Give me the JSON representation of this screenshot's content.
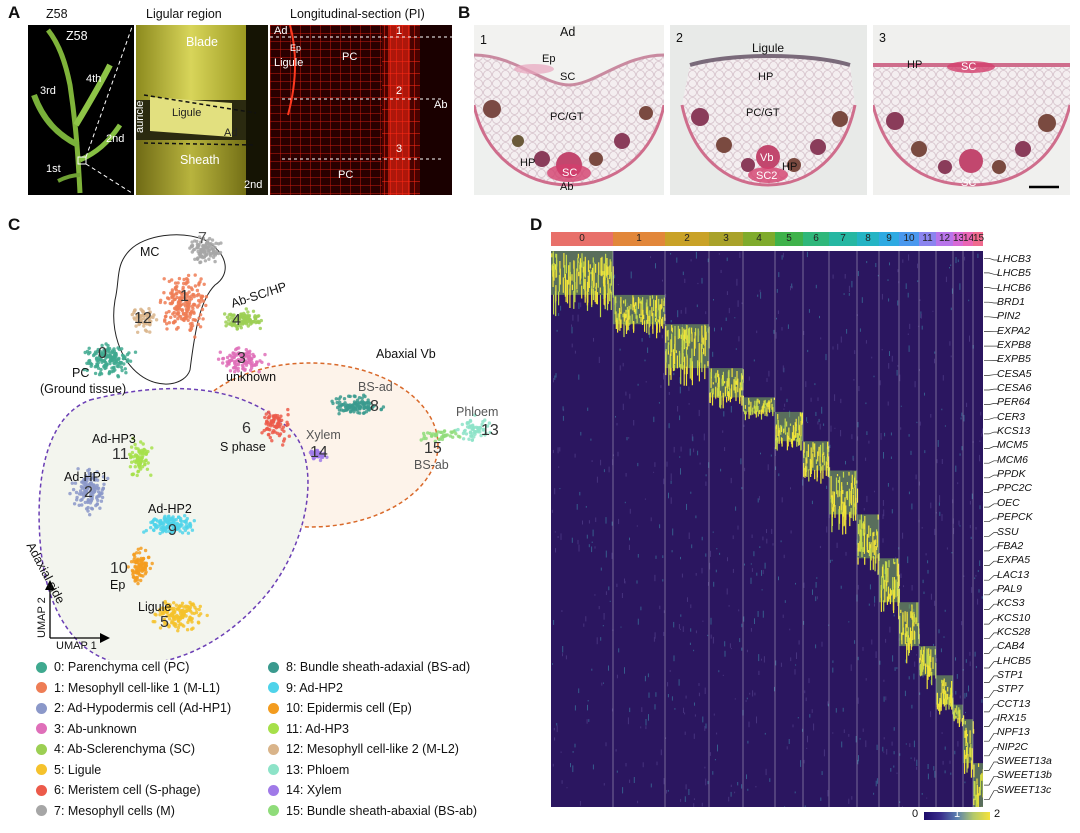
{
  "panel_letters": {
    "a": "A",
    "b": "B",
    "c": "C",
    "d": "D"
  },
  "panelA": {
    "titles": {
      "z58": "Z58",
      "ligular": "Ligular region",
      "longsec": "Longitudinal-section (PI)"
    },
    "plant_labels": {
      "l1": "1st",
      "l2": "2nd",
      "l3": "3rd",
      "l4": "4th"
    },
    "ligular_labels": {
      "blade": "Blade",
      "auricle": "auricle",
      "ligule": "Ligule",
      "ad": "Ad",
      "sheath": "Sheath",
      "second": "2nd"
    },
    "section_labels": {
      "ad": "Ad",
      "ep": "Ep",
      "ligule": "Ligule",
      "pc_top": "PC",
      "pc_bottom": "PC",
      "ab": "Ab",
      "n1": "1",
      "n2": "2",
      "n3": "3"
    }
  },
  "panelB": {
    "s1": {
      "num": "1",
      "ad": "Ad",
      "ep": "Ep",
      "sc": "SC",
      "pcgt": "PC/GT",
      "hp": "HP",
      "sc2": "SC",
      "ab": "Ab"
    },
    "s2": {
      "num": "2",
      "ligule": "Ligule",
      "hp": "HP",
      "pcgt": "PC/GT",
      "vb": "Vb",
      "sc2": "SC2",
      "hp2": "HP"
    },
    "s3": {
      "num": "3",
      "hp": "HP",
      "sc": "SC",
      "sc2": "SC"
    }
  },
  "panelC": {
    "region_labels": {
      "mc": "MC",
      "absc": "Ab-SC/HP",
      "pc": "PC",
      "ground": "(Ground tissue)",
      "unknown": "unknown",
      "sphase": "S phase",
      "adhp1": "Ad-HP1",
      "adhp2": "Ad-HP2",
      "adhp3": "Ad-HP3",
      "ep": "Ep",
      "ligule": "Ligule",
      "adaxial": "Adaxial side",
      "abaxialvb": "Abaxial Vb",
      "bsad": "BS-ad",
      "phloem": "Phloem",
      "xylem": "Xylem",
      "bsab": "BS-ab"
    },
    "axis": {
      "x": "UMAP 1",
      "y": "UMAP 2"
    },
    "clusters": [
      {
        "id": "0",
        "name": "0: Parenchyma cell (PC)",
        "color": "#3fa98f"
      },
      {
        "id": "1",
        "name": "1: Mesophyll cell-like 1 (M-L1)",
        "color": "#ee7d55"
      },
      {
        "id": "2",
        "name": "2: Ad-Hypodermis cell (Ad-HP1)",
        "color": "#8b98c9"
      },
      {
        "id": "3",
        "name": "3: Ab-unknown",
        "color": "#df6fb9"
      },
      {
        "id": "4",
        "name": "4: Ab-Sclerenchyma (SC)",
        "color": "#9ccf53"
      },
      {
        "id": "5",
        "name": "5: Ligule",
        "color": "#f5c22c"
      },
      {
        "id": "6",
        "name": "6: Meristem cell (S-phage)",
        "color": "#ec5a4a"
      },
      {
        "id": "7",
        "name": "7: Mesophyll cells (M)",
        "color": "#a6a6a6"
      },
      {
        "id": "8",
        "name": "8: Bundle sheath-adaxial (BS-ad)",
        "color": "#3a9a8e"
      },
      {
        "id": "9",
        "name": "9: Ad-HP2",
        "color": "#4fd3ea"
      },
      {
        "id": "10",
        "name": "10: Epidermis cell (Ep)",
        "color": "#f39c1f"
      },
      {
        "id": "11",
        "name": "11: Ad-HP3",
        "color": "#a6e04a"
      },
      {
        "id": "12",
        "name": "12: Mesophyll cell-like 2 (M-L2)",
        "color": "#d9b48a"
      },
      {
        "id": "13",
        "name": "13: Phloem",
        "color": "#8de3c8"
      },
      {
        "id": "14",
        "name": "14: Xylem",
        "color": "#a07ae8"
      },
      {
        "id": "15",
        "name": "15: Bundle sheath-abaxial (BS-ab)",
        "color": "#8fdc7a"
      }
    ]
  },
  "panelD": {
    "cluster_bar": [
      {
        "label": "0",
        "color": "#e8706a"
      },
      {
        "label": "1",
        "color": "#e2873a"
      },
      {
        "label": "2",
        "color": "#c9a227"
      },
      {
        "label": "3",
        "color": "#a9a22a"
      },
      {
        "label": "4",
        "color": "#7fab2c"
      },
      {
        "label": "5",
        "color": "#3fb24a"
      },
      {
        "label": "6",
        "color": "#2fb77a"
      },
      {
        "label": "7",
        "color": "#26b7a2"
      },
      {
        "label": "8",
        "color": "#24b4c4"
      },
      {
        "label": "9",
        "color": "#2eaae2"
      },
      {
        "label": "10",
        "color": "#4a98ee"
      },
      {
        "label": "11",
        "color": "#8b84ef"
      },
      {
        "label": "12",
        "color": "#b874ea"
      },
      {
        "label": "13",
        "color": "#d86ad6"
      },
      {
        "label": "14",
        "color": "#ea66b4"
      },
      {
        "label": "15",
        "color": "#f06b8e"
      }
    ],
    "genes": [
      "LHCB3",
      "LHCB5",
      "LHCB6",
      "BRD1",
      "PIN2",
      "EXPA2",
      "EXPB8",
      "EXPB5",
      "CESA5",
      "CESA6",
      "PER64",
      "CER3",
      "KCS13",
      "MCM5",
      "MCM6",
      "PPDK",
      "PPC2C",
      "OEC",
      "PEPCK",
      "SSU",
      "FBA2",
      "EXPA5",
      "LAC13",
      "PAL9",
      "KCS3",
      "KCS10",
      "KCS28",
      "CAB4",
      "LHCB5",
      "STP1",
      "STP7",
      "CCT13",
      "IRX15",
      "NPF13",
      "NIP2C",
      "SWEET13a",
      "SWEET13b",
      "SWEET13c"
    ],
    "colorbar": {
      "min": "0",
      "mid": "1",
      "max": "2"
    }
  }
}
